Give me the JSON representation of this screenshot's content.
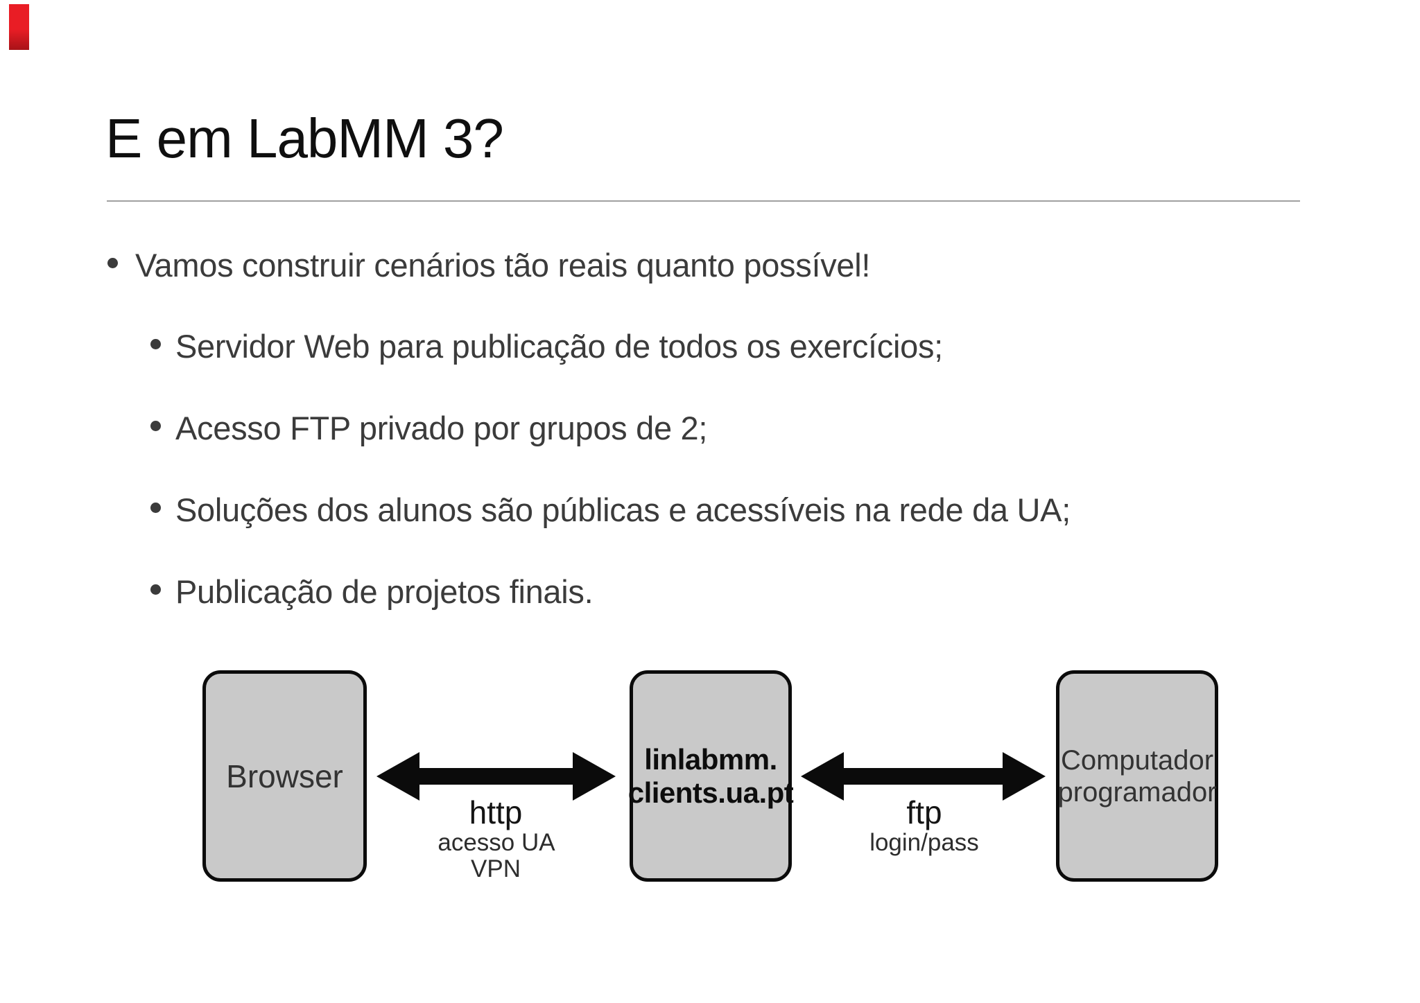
{
  "slide": {
    "title": "E em LabMM 3?",
    "bullets": {
      "main": "Vamos construir cenários tão reais quanto possível!",
      "sub": [
        "Servidor Web para publicação de todos os exercícios;",
        "Acesso FTP privado por grupos de 2;",
        "Soluções dos alunos são públicas e acessíveis na rede da UA;",
        "Publicação de projetos finais."
      ]
    }
  },
  "diagram": {
    "nodes": [
      {
        "id": "browser",
        "label_lines": [
          "Browser"
        ]
      },
      {
        "id": "server",
        "label_lines": [
          "linlabmm.",
          "clients.ua.pt"
        ]
      },
      {
        "id": "computer",
        "label_lines": [
          "Computador",
          "programador"
        ]
      }
    ],
    "links": [
      {
        "protocol": "http",
        "detail_lines": [
          "acesso UA",
          "VPN"
        ]
      },
      {
        "protocol": "ftp",
        "detail_lines": [
          "login/pass"
        ]
      }
    ]
  },
  "colors": {
    "background": "#ffffff",
    "title_text": "#0f0f0f",
    "body_text": "#3b3b3b",
    "divider": "#a0a0a0",
    "node_fill": "#c9c9c9",
    "node_border": "#0b0b0b",
    "arrow": "#0b0b0b",
    "red_marker": "#e91d25"
  }
}
